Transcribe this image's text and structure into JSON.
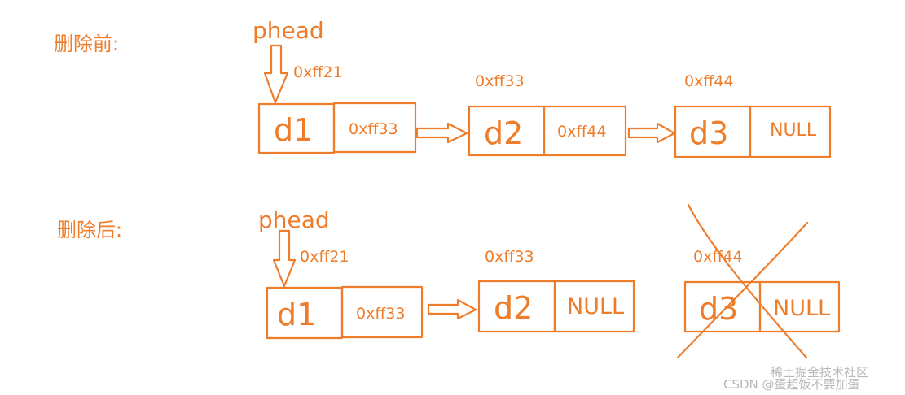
{
  "before": {
    "section_label": "删除前:",
    "head_label": "phead",
    "head_addr": "0xff21",
    "nodes": [
      {
        "name": "d1",
        "next": "0xff33"
      },
      {
        "name": "d2",
        "addr": "0xff33",
        "next": "0xff44"
      },
      {
        "name": "d3",
        "addr": "0xff44",
        "next": "NULL"
      }
    ]
  },
  "after": {
    "section_label": "删除后:",
    "head_label": "phead",
    "head_addr": "0xff21",
    "nodes": [
      {
        "name": "d1",
        "next": "0xff33"
      },
      {
        "name": "d2",
        "addr": "0xff33",
        "next": "NULL"
      },
      {
        "name": "d3",
        "addr": "0xff44",
        "next": "NULL",
        "deleted": true
      }
    ]
  },
  "watermark": {
    "line1": "稀土掘金技术社区",
    "line2": "CSDN @蛋超饭不要加蛋"
  },
  "colors": {
    "stroke": "#ee7d2b",
    "watermark": "#b9b9b9"
  }
}
